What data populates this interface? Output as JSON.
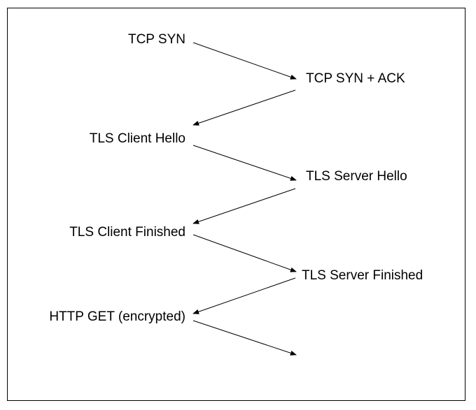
{
  "diagram": {
    "client_messages": [
      "TCP SYN",
      "TLS Client Hello",
      "TLS Client Finished",
      "HTTP GET (encrypted)"
    ],
    "server_messages": [
      "TCP SYN + ACK",
      "TLS Server Hello",
      "TLS Server Finished"
    ],
    "colors": {
      "line": "#000000",
      "text": "#000000",
      "background": "#ffffff"
    }
  }
}
